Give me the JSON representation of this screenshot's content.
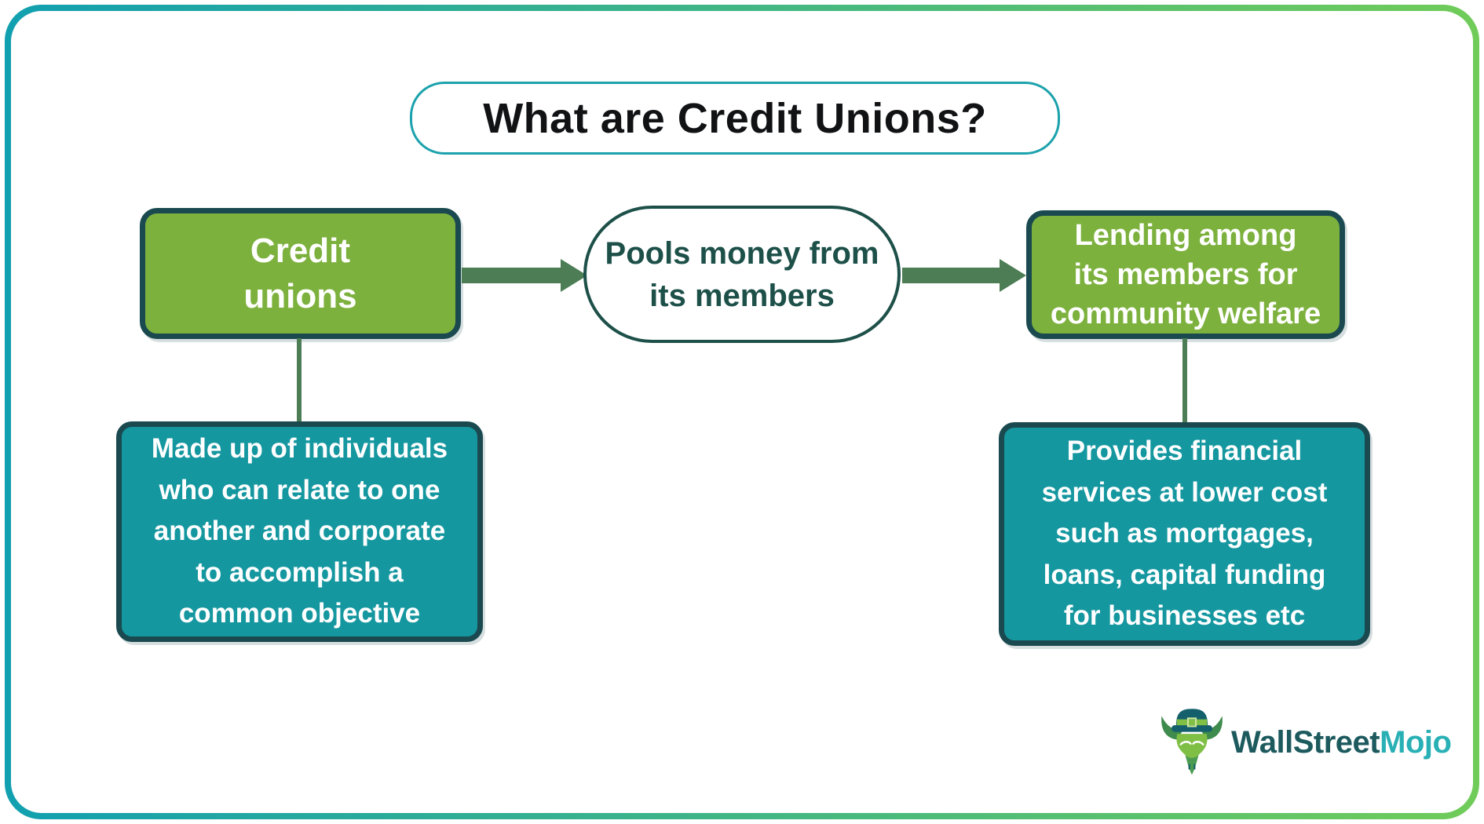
{
  "title": {
    "text": "What are Credit Unions?"
  },
  "flow": {
    "credit_unions": {
      "label": "Credit\nunions"
    },
    "pools_money": {
      "label": "Pools money from\nits members"
    },
    "lending": {
      "label": "Lending among\nits members for\ncommunity welfare"
    }
  },
  "details": {
    "membership": {
      "label": "Made up of individuals\nwho can relate to one\nanother and corporate\nto accomplish a\ncommon objective"
    },
    "services": {
      "label": "Provides financial\nservices at lower cost\nsuch as mortgages,\nloans, capital funding\nfor businesses etc"
    }
  },
  "logo": {
    "primary": "WallStreet",
    "secondary": "Mojo"
  },
  "colors": {
    "frame_start": "#12A0B0",
    "frame_end": "#70CC59",
    "title_border": "#1BA2AC",
    "title_ink": "#101214",
    "green_fill": "#7DB13E",
    "teal_fill": "#1597A0",
    "dark_border": "#1A4A50",
    "ink_teal": "#1D5049",
    "arrow_green": "#4C7D54",
    "connector_green": "#4C7D54",
    "logo_primary": "#1D5A5E",
    "logo_secondary": "#29B0B5"
  }
}
